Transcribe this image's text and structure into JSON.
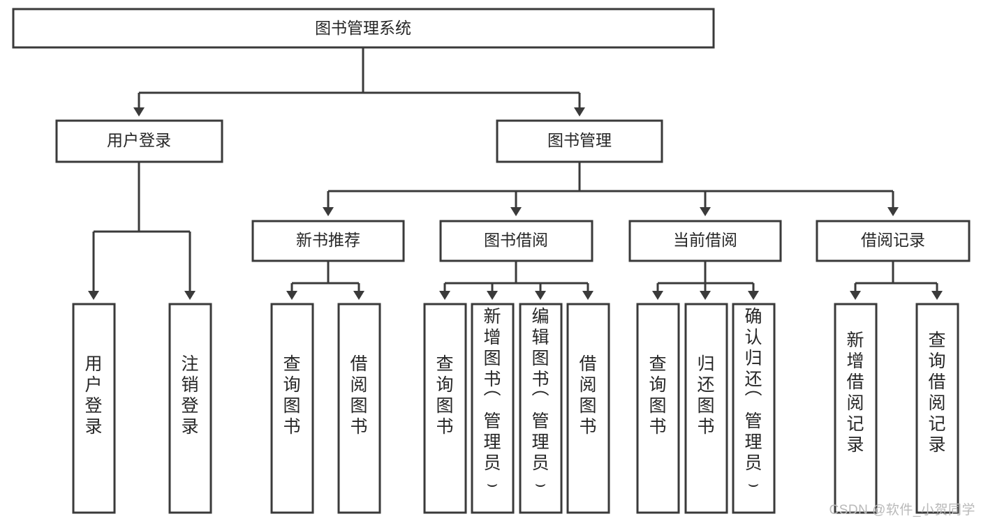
{
  "diagram": {
    "title": "图书管理系统",
    "type": "tree",
    "watermark": "CSDN @软件_小贺同学",
    "colors": {
      "stroke": "#3a3a3a",
      "fill": "#ffffff",
      "text": "#262626",
      "watermark": "#b9b9b9",
      "background": "#ffffff"
    },
    "levels": {
      "root": {
        "label": "图书管理系统"
      },
      "level2": [
        {
          "label": "用户登录"
        },
        {
          "label": "图书管理"
        }
      ],
      "level3": [
        {
          "label": "新书推荐"
        },
        {
          "label": "图书借阅"
        },
        {
          "label": "当前借阅"
        },
        {
          "label": "借阅记录"
        }
      ],
      "leaves": [
        {
          "label": "用户登录",
          "parent": "用户登录"
        },
        {
          "label": "注销登录",
          "parent": "用户登录"
        },
        {
          "label": "查询图书",
          "parent": "新书推荐"
        },
        {
          "label": "借阅图书",
          "parent": "新书推荐"
        },
        {
          "label": "查询图书",
          "parent": "图书借阅"
        },
        {
          "label": "新增图书（管理员）",
          "parent": "图书借阅"
        },
        {
          "label": "编辑图书（管理员）",
          "parent": "图书借阅"
        },
        {
          "label": "借阅图书",
          "parent": "图书借阅"
        },
        {
          "label": "查询图书",
          "parent": "当前借阅"
        },
        {
          "label": "归还图书",
          "parent": "当前借阅"
        },
        {
          "label": "确认归还（管理员）",
          "parent": "当前借阅"
        },
        {
          "label": "新增借阅记录",
          "parent": "借阅记录"
        },
        {
          "label": "查询借阅记录",
          "parent": "借阅记录"
        }
      ]
    }
  }
}
